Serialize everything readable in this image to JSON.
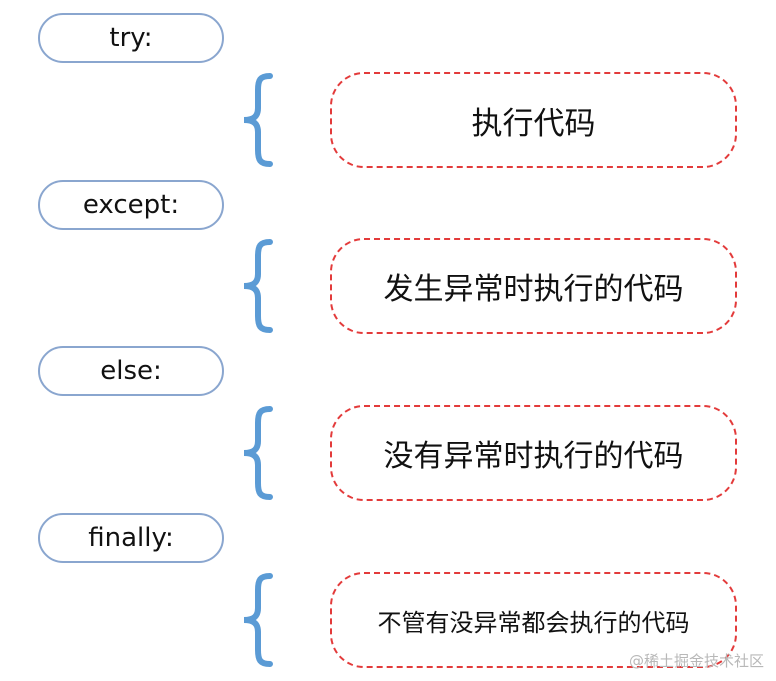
{
  "blocks": [
    {
      "keyword": "try:",
      "action": "执行代码"
    },
    {
      "keyword": "except:",
      "action": "发生异常时执行的代码"
    },
    {
      "keyword": "else:",
      "action": "没有异常时执行的代码"
    },
    {
      "keyword": "finally:",
      "action": "不管有没异常都会执行的代码"
    }
  ],
  "watermark": "@稀土掘金技术社区",
  "colors": {
    "keyword_border": "#8aa6cf",
    "brace": "#5b9bd5",
    "action_border": "#e33b3b"
  }
}
